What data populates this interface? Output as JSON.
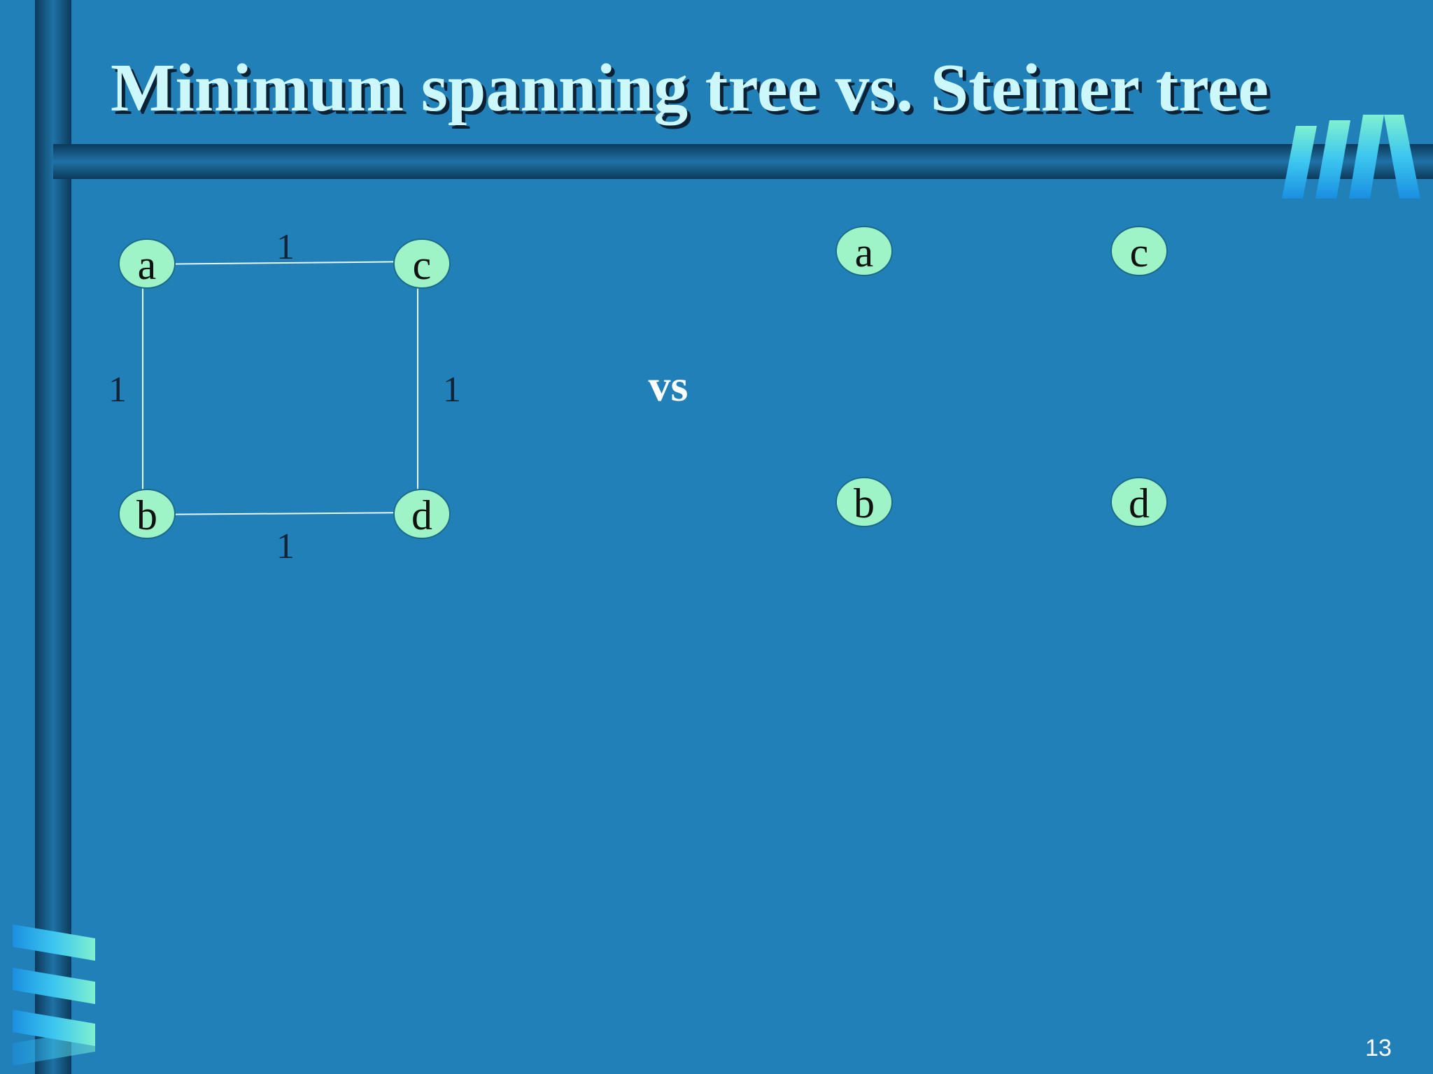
{
  "slide": {
    "title": "Minimum spanning tree vs. Steiner tree",
    "page_number": "13",
    "vs_label": "vs"
  },
  "colors": {
    "background": "#2280b8",
    "frame_bar": "#1a5f8a",
    "frame_bar_dark": "#0c3a5a",
    "title_text": "#ccf7fb",
    "node_fill": "#9ef4c6",
    "edge": "#e6f7ff",
    "ribbon_light": "#7ff0d0",
    "ribbon_mid": "#3cc6f0",
    "ribbon_dark": "#1a8fe0"
  },
  "graph_left": {
    "nodes": [
      {
        "id": "a",
        "label": "a"
      },
      {
        "id": "c",
        "label": "c"
      },
      {
        "id": "b",
        "label": "b"
      },
      {
        "id": "d",
        "label": "d"
      }
    ],
    "edges": [
      {
        "from": "a",
        "to": "c",
        "weight": "1"
      },
      {
        "from": "a",
        "to": "b",
        "weight": "1"
      },
      {
        "from": "c",
        "to": "d",
        "weight": "1"
      },
      {
        "from": "b",
        "to": "d",
        "weight": "1"
      }
    ]
  },
  "graph_right": {
    "nodes": [
      {
        "id": "a",
        "label": "a"
      },
      {
        "id": "c",
        "label": "c"
      },
      {
        "id": "b",
        "label": "b"
      },
      {
        "id": "d",
        "label": "d"
      }
    ]
  }
}
